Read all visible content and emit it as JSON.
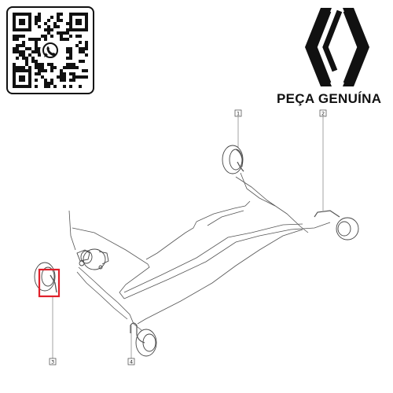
{
  "brand": {
    "tagline": "PEÇA GENUÍNA",
    "logo_icon": "renault-diamond-icon",
    "color": "#111111"
  },
  "qr": {
    "icon": "whatsapp-icon",
    "frame_color": "#111111"
  },
  "diagram": {
    "callouts": [
      {
        "number": "1"
      },
      {
        "number": "2"
      },
      {
        "number": "3"
      },
      {
        "number": "4"
      }
    ],
    "highlight_color": "#e0202a",
    "line_color": "#333333"
  }
}
